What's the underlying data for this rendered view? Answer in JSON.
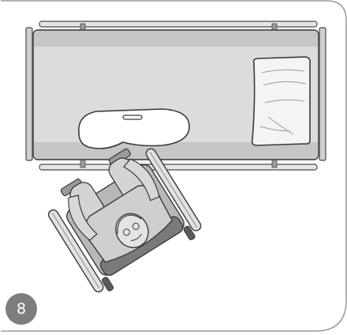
{
  "step": {
    "number": "8"
  },
  "colors": {
    "frame": "#9a9a9a",
    "mattress": "#dcdcdc",
    "mattress_shade": "#c8c8c8",
    "rail": "#bdbdbd",
    "outline": "#4a4a4a",
    "badge": "#7d7d7d"
  },
  "icons": [
    "hospital-bed",
    "pillow",
    "slide-board",
    "wheelchair",
    "patient-figure"
  ]
}
